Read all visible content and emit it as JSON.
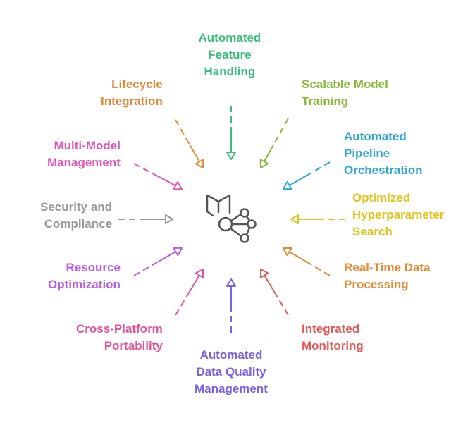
{
  "diagram": {
    "center_icon": "ml-pipeline-icon",
    "items": [
      {
        "id": "automated-feature-handling",
        "lines": [
          "Automated",
          "Feature",
          "Handling"
        ],
        "color": "#3dbd7d"
      },
      {
        "id": "scalable-model-training",
        "lines": [
          "Scalable Model",
          "Training"
        ],
        "color": "#8cb83a"
      },
      {
        "id": "automated-pipeline-orchestration",
        "lines": [
          "Automated",
          "Pipeline",
          "Orchestration"
        ],
        "color": "#2ea6d8"
      },
      {
        "id": "optimized-hyperparameter-search",
        "lines": [
          "Optimized",
          "Hyperparameter",
          "Search"
        ],
        "color": "#e3c41f"
      },
      {
        "id": "real-time-data-processing",
        "lines": [
          "Real-Time Data",
          "Processing"
        ],
        "color": "#e38a35"
      },
      {
        "id": "integrated-monitoring",
        "lines": [
          "Integrated",
          "Monitoring"
        ],
        "color": "#e25a5a"
      },
      {
        "id": "automated-data-quality-management",
        "lines": [
          "Automated",
          "Data Quality",
          "Management"
        ],
        "color": "#7a63e0"
      },
      {
        "id": "cross-platform-portability",
        "lines": [
          "Cross-Platform",
          "Portability"
        ],
        "color": "#e0559a"
      },
      {
        "id": "resource-optimization",
        "lines": [
          "Resource",
          "Optimization"
        ],
        "color": "#b85ee0"
      },
      {
        "id": "security-and-compliance",
        "lines": [
          "Security and",
          "Compliance"
        ],
        "color": "#999999"
      },
      {
        "id": "multi-model-management",
        "lines": [
          "Multi-Model",
          "Management"
        ],
        "color": "#e057b8"
      },
      {
        "id": "lifecycle-integration",
        "lines": [
          "Lifecycle",
          "Integration"
        ],
        "color": "#e08a3a"
      }
    ]
  }
}
